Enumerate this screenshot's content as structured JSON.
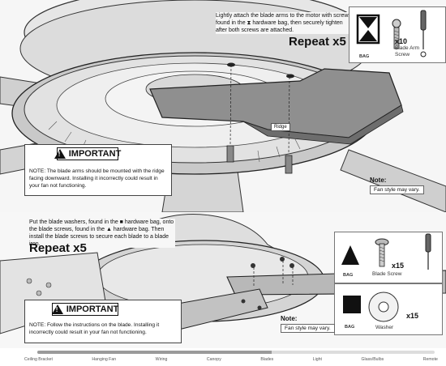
{
  "step1": {
    "instruction": "Lightly attach the blade arms to the motor with screws found in the ⧗ hardware bag, then securely tighten after both screws are attached.",
    "repeat": "Repeat x5",
    "ridge_label": "Ridge",
    "hardware": {
      "bag_label": "BAG",
      "quantity": "x10",
      "name_line1": "Blade Arm",
      "name_line2": "Screw"
    },
    "important": {
      "heading": "IMPORTANT",
      "text": "NOTE: The blade arms should be mounted with the ridge facing downward. Installing it incorrectly could result in your fan not functioning."
    },
    "note": {
      "label": "Note:",
      "text": "Fan style may vary."
    }
  },
  "step2": {
    "instruction": "Put the blade washers, found in the ■ hardware bag, onto the blade screws, found in the ▲ hardware bag. Then install the blade screws to secure each blade to a blade iron.",
    "repeat": "Repeat x5",
    "hardware": [
      {
        "bag_label": "BAG",
        "quantity": "x15",
        "name": "Blade Screw"
      },
      {
        "bag_label": "BAG",
        "quantity": "x15",
        "name": "Washer"
      }
    ],
    "important": {
      "heading": "IMPORTANT",
      "text": "NOTE: Follow the instructions on the blade. Installing it incorrectly could result in your fan not functioning."
    },
    "note": {
      "label": "Note:",
      "text": "Fan style may vary."
    }
  },
  "progress": {
    "completed_fraction": 0.59,
    "steps": [
      "Ceiling Bracket",
      "Hanging Fan",
      "Wiring",
      "Canopy",
      "Blades",
      "Light",
      "Glass/Bulbs",
      "Remote"
    ]
  }
}
